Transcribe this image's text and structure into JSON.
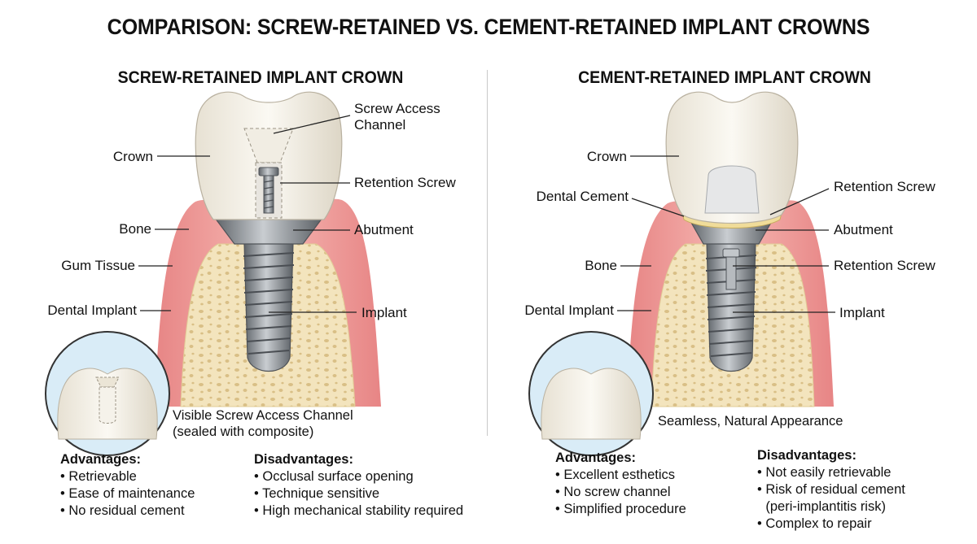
{
  "title": "COMPARISON: SCREW-RETAINED VS. CEMENT-RETAINED IMPLANT CROWNS",
  "left": {
    "heading": "SCREW-RETAINED IMPLANT CROWN",
    "labels": {
      "screw_access_1": "Screw Access",
      "screw_access_2": "Channel",
      "crown": "Crown",
      "retention_screw": "Retention Screw",
      "bone": "Bone",
      "abutment": "Abutment",
      "gum_tissue": "Gum Tissue",
      "dental_implant": "Dental Implant",
      "implant": "Implant"
    },
    "inset_caption_1": "Visible Screw Access Channel",
    "inset_caption_2": "(sealed with composite)",
    "advantages_heading": "Advantages:",
    "advantages": [
      "Retrievable",
      "Ease of maintenance",
      "No residual cement"
    ],
    "disadvantages_heading": "Disadvantages:",
    "disadvantages": [
      "Occlusal surface opening",
      "Technique sensitive",
      "High mechanical stability required"
    ]
  },
  "right": {
    "heading": "CEMENT-RETAINED IMPLANT CROWN",
    "labels": {
      "crown": "Crown",
      "dental_cement": "Dental Cement",
      "retention_screw_top": "Retention Screw",
      "abutment": "Abutment",
      "bone": "Bone",
      "retention_screw": "Retention Screw",
      "dental_implant": "Dental Implant",
      "implant": "Implant"
    },
    "inset_caption": "Seamless, Natural Appearance",
    "advantages_heading": "Advantages:",
    "advantages": [
      "Excellent esthetics",
      "No screw channel",
      "Simplified procedure"
    ],
    "disadvantages_heading": "Disadvantages:",
    "disadvantages": [
      "Not easily retrievable",
      "Risk of residual cement",
      "(peri-implantitis risk)",
      "Complex to repair"
    ]
  },
  "colors": {
    "gum": "#ef9a9a",
    "bone": "#f3e4bd",
    "crown": "#f7f3ea",
    "metal": "#8e9399",
    "cement": "#f0dc9a",
    "inset_bg": "#d9ecf7"
  }
}
